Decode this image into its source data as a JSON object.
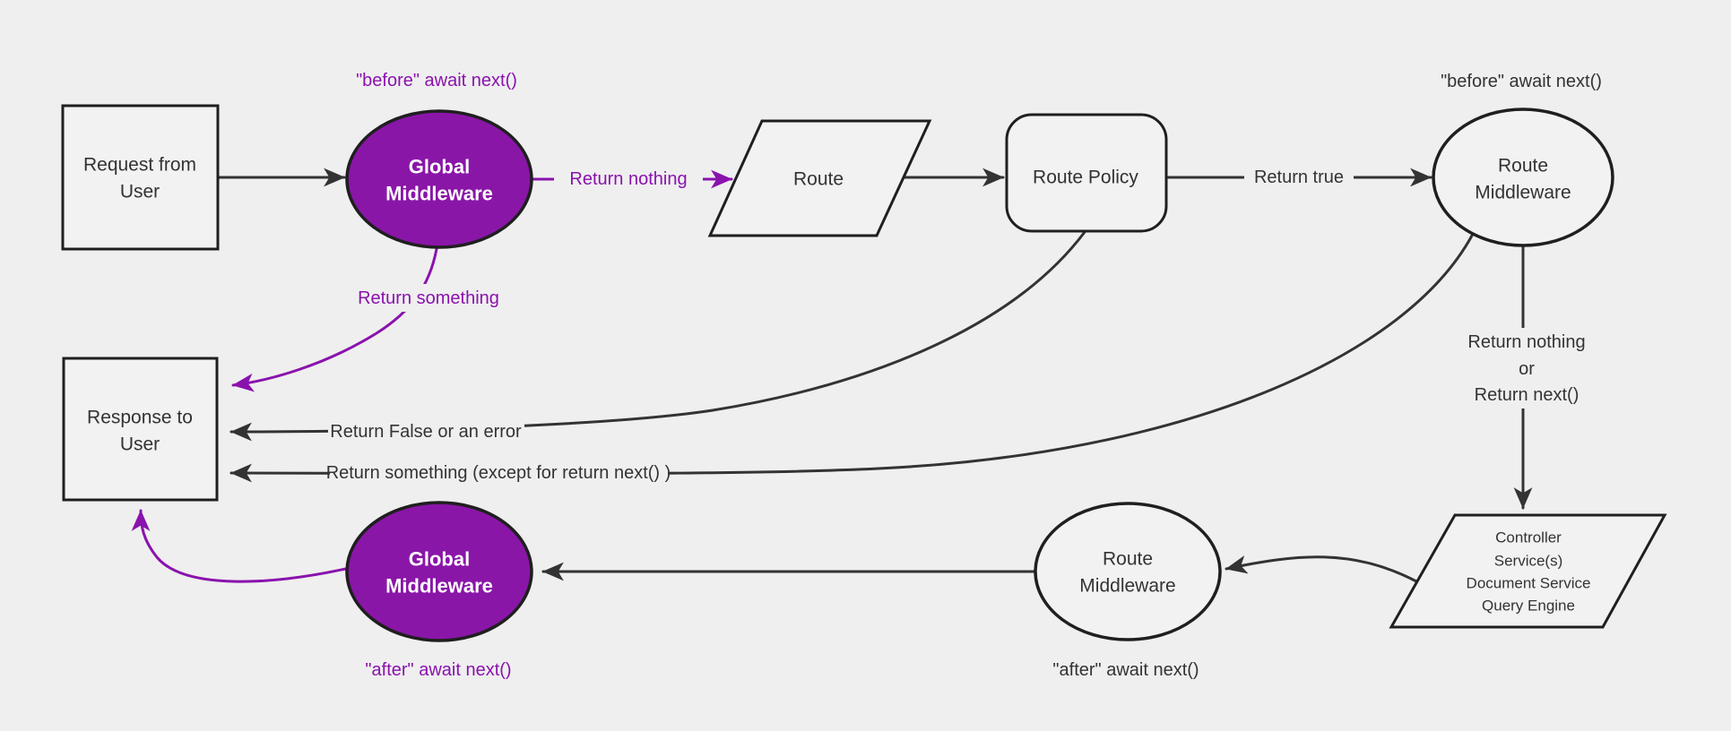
{
  "colors": {
    "background": "#efefef",
    "node_fill": "#f2f2f2",
    "node_stroke": "#1f1f1f",
    "edge_stroke": "#333333",
    "text": "#333333",
    "purple_fill": "#8a16a8",
    "purple_line": "#8a12ad",
    "white_text": "#ffffff"
  },
  "nodes": {
    "request": {
      "lines": [
        "Request from",
        "User"
      ]
    },
    "global_middleware_top": {
      "lines": [
        "Global",
        "Middleware"
      ]
    },
    "route": {
      "label": "Route"
    },
    "route_policy": {
      "label": "Route Policy"
    },
    "route_middleware_top": {
      "lines": [
        "Route",
        "Middleware"
      ]
    },
    "controller_services": {
      "lines": [
        "Controller",
        "Service(s)",
        "Document Service",
        "Query Engine"
      ]
    },
    "route_middleware_bottom": {
      "lines": [
        "Route",
        "Middleware"
      ]
    },
    "global_middleware_bottom": {
      "lines": [
        "Global",
        "Middleware"
      ]
    },
    "response": {
      "lines": [
        "Response to",
        "User"
      ]
    }
  },
  "edges": {
    "before_await_next_top": "\"before\" await next()",
    "return_nothing": "Return nothing",
    "return_something": "Return something",
    "return_true": "Return true",
    "before_await_next_right": "\"before\" await next()",
    "return_nothing_or_next": {
      "lines": [
        "Return nothing",
        "or",
        "Return next()"
      ]
    },
    "return_false_or_error": "Return False or an error",
    "return_something_except": "Return something (except for return next() )",
    "after_await_next_middle": "\"after\" await next()",
    "after_await_next_left": "\"after\" await next()"
  }
}
